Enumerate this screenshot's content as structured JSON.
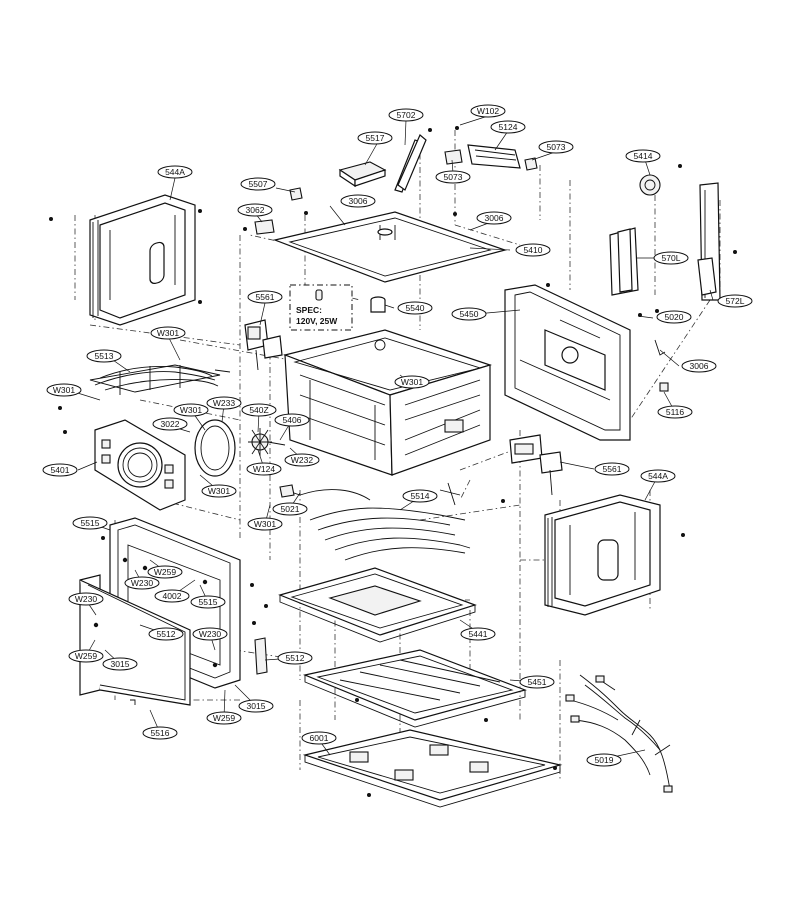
{
  "labels": {
    "l5702": "5702",
    "lW102": "W102",
    "l5124": "5124",
    "l5517": "5517",
    "l5073a": "5073",
    "l5073b": "5073",
    "l5414": "5414",
    "l544Aa": "544A",
    "l5507": "5507",
    "l3006a": "3006",
    "l3006b": "3006",
    "l3062": "3062",
    "l5410": "5410",
    "l570L": "570L",
    "l572L": "572L",
    "l5561a": "5561",
    "l5540": "5540",
    "l5450": "5450",
    "l5020": "5020",
    "lW301a": "W301",
    "l5513": "5513",
    "l3006c": "3006",
    "lW301b": "W301",
    "lW301c": "W301",
    "lW233": "W233",
    "lW301d": "W301",
    "l540Z": "540Z",
    "l5406": "5406",
    "l5116": "5116",
    "l3022": "3022",
    "lW124": "W124",
    "lW232": "W232",
    "l5401": "5401",
    "lW301e": "W301",
    "l5561b": "5561",
    "l544Ab": "544A",
    "l5021": "5021",
    "l5514": "5514",
    "lW301f": "W301",
    "l5515a": "5515",
    "lW259a": "W259",
    "lW230a": "W230",
    "l4002": "4002",
    "l5515b": "5515",
    "lW230b": "W230",
    "l5512a": "5512",
    "lW230c": "W230",
    "l5441": "5441",
    "lW259b": "W259",
    "l3015a": "3015",
    "l5512b": "5512",
    "l5451": "5451",
    "l3015b": "3015",
    "lW259c": "W259",
    "l5516": "5516",
    "l6001": "6001",
    "l5019": "5019"
  },
  "spec": {
    "line1": "SPEC:",
    "line2": "120V, 25W"
  }
}
